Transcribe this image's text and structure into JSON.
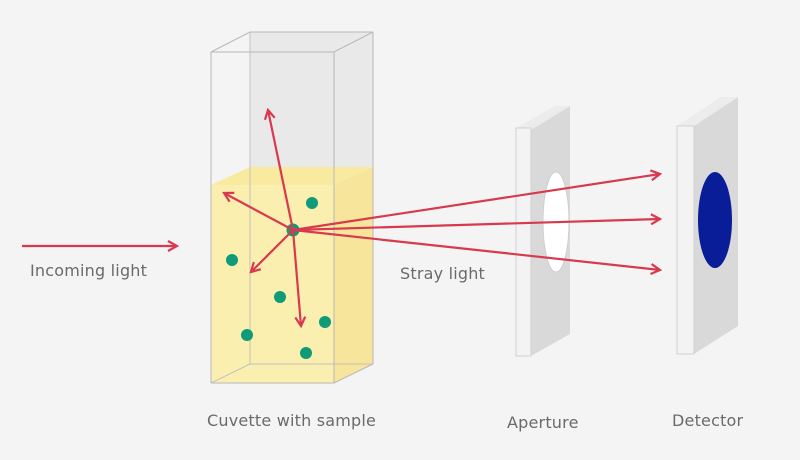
{
  "labels": {
    "incoming_light": "Incoming light",
    "stray_light": "Stray light",
    "cuvette": "Cuvette with sample",
    "aperture": "Aperture",
    "detector": "Detector"
  },
  "colors": {
    "background": "#f4f4f4",
    "arrow": "#d8394f",
    "particle": "#0f9a78",
    "sample_liquid": "#fbefb0",
    "detector_spot": "#0a1d99",
    "panel_front": "#f3f3f3",
    "panel_side": "#d9d9d9",
    "label_text": "#6a6a6a"
  }
}
